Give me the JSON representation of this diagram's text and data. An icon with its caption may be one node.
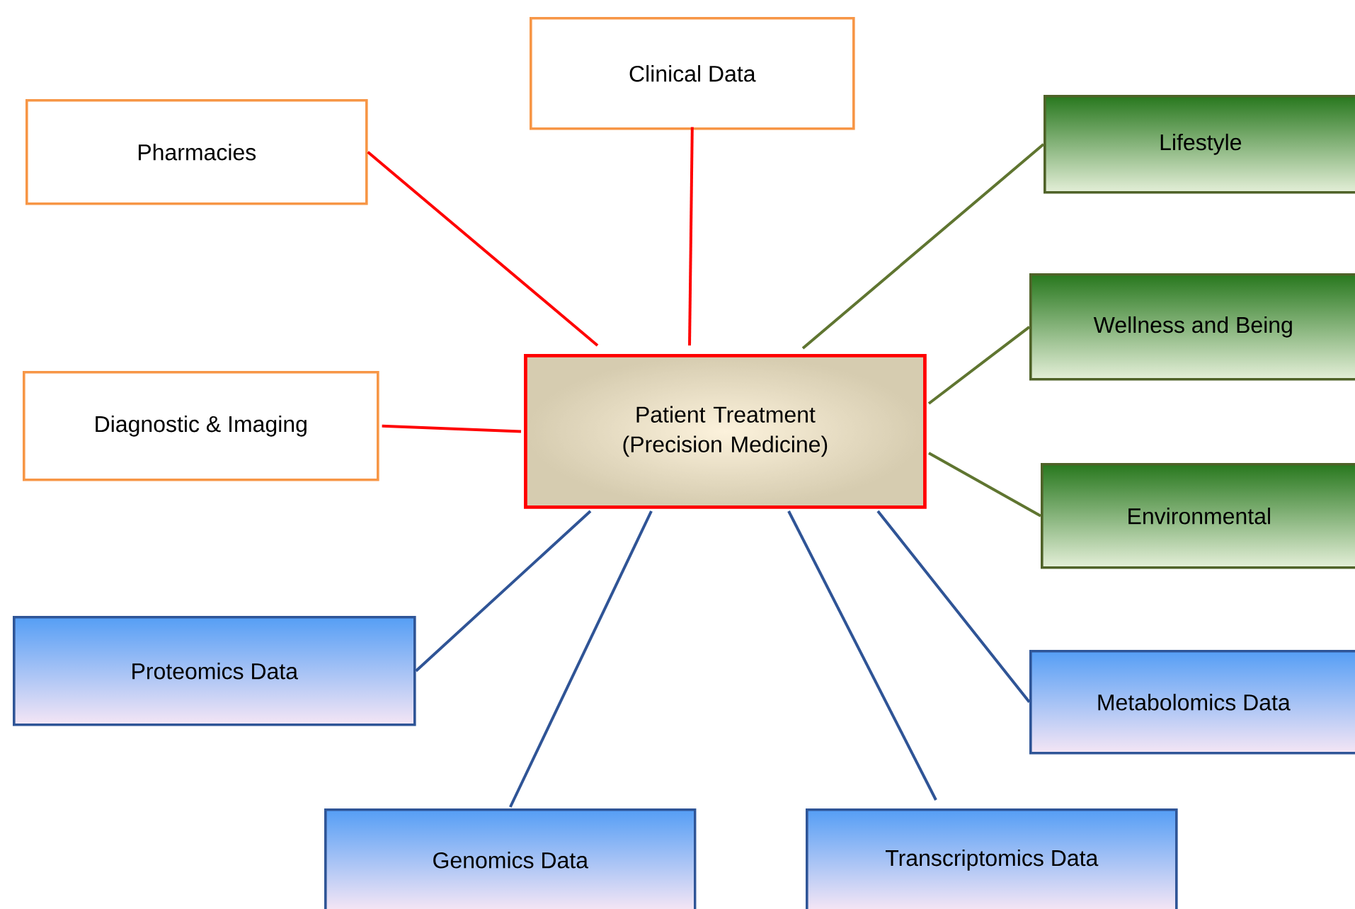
{
  "diagram": {
    "nodes": [
      {
        "text": [
          "Clinical Data"
        ]
      },
      {
        "text": [
          "Lifestyle"
        ]
      },
      {
        "text": [
          "Pharmacies"
        ]
      },
      {
        "text": [
          "Wellness and Being"
        ]
      },
      {
        "text": [
          "Patient Treatment (Precision Medicine)"
        ]
      },
      {
        "text": [
          "Diagnostic & Imaging"
        ]
      },
      {
        "text": [
          "Environmental"
        ]
      },
      {
        "text": [
          "Proteomics Data"
        ]
      },
      {
        "text": [
          "Metabolomics Data"
        ]
      },
      {
        "text": [
          "Genomics Data"
        ]
      },
      {
        "text": [
          "Transcriptomics Data"
        ]
      }
    ],
    "edges": [
      {
        "from": 4,
        "to": 0,
        "arrow": "none",
        "color": "#ff0000"
      },
      {
        "from": 4,
        "to": 2,
        "arrow": "none",
        "color": "#ff0000"
      },
      {
        "from": 4,
        "to": 1,
        "arrow": "none",
        "color": "#5f7530"
      },
      {
        "from": 4,
        "to": 3,
        "arrow": "none",
        "color": "#5f7530"
      },
      {
        "from": 4,
        "to": 5,
        "arrow": "none",
        "color": "#ff0000"
      },
      {
        "from": 4,
        "to": 6,
        "arrow": "none",
        "color": "#5f7530"
      },
      {
        "from": 4,
        "to": 7,
        "arrow": "none"
      },
      {
        "from": 4,
        "to": 9,
        "arrow": "none"
      },
      {
        "from": 4,
        "to": 10,
        "arrow": "none"
      },
      {
        "from": 4,
        "to": 8,
        "arrow": "none"
      }
    ]
  }
}
